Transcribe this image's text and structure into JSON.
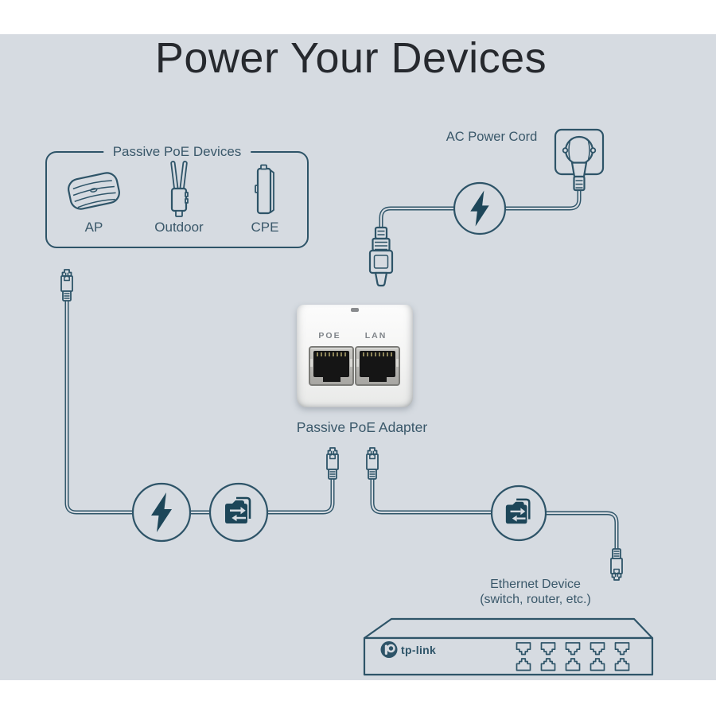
{
  "title": "Power Your Devices",
  "colors": {
    "canvas_bg": "#d6dbe1",
    "line": "#2e5468",
    "icon_fill": "#1d4659",
    "title_text": "#26292e",
    "label_text": "#3a586a"
  },
  "poe_devices_box": {
    "title": "Passive PoE Devices",
    "devices": [
      {
        "label": "AP"
      },
      {
        "label": "Outdoor"
      },
      {
        "label": "CPE"
      }
    ]
  },
  "ac_power": {
    "label": "AC Power Cord"
  },
  "adapter": {
    "label": "Passive PoE Adapter",
    "port_left_label": "POE",
    "port_right_label": "LAN"
  },
  "ethernet_device": {
    "label_line1": "Ethernet Device",
    "label_line2": "(switch, router, etc.)"
  },
  "switch": {
    "brand": "tp-link",
    "ports_rows": 2,
    "ports_per_row": 5
  },
  "icons": {
    "power": "lightning-bolt",
    "data": "folder-transfer",
    "outlet": "wall-outlet",
    "plug": "power-plug",
    "connector": "rj45-connector"
  }
}
